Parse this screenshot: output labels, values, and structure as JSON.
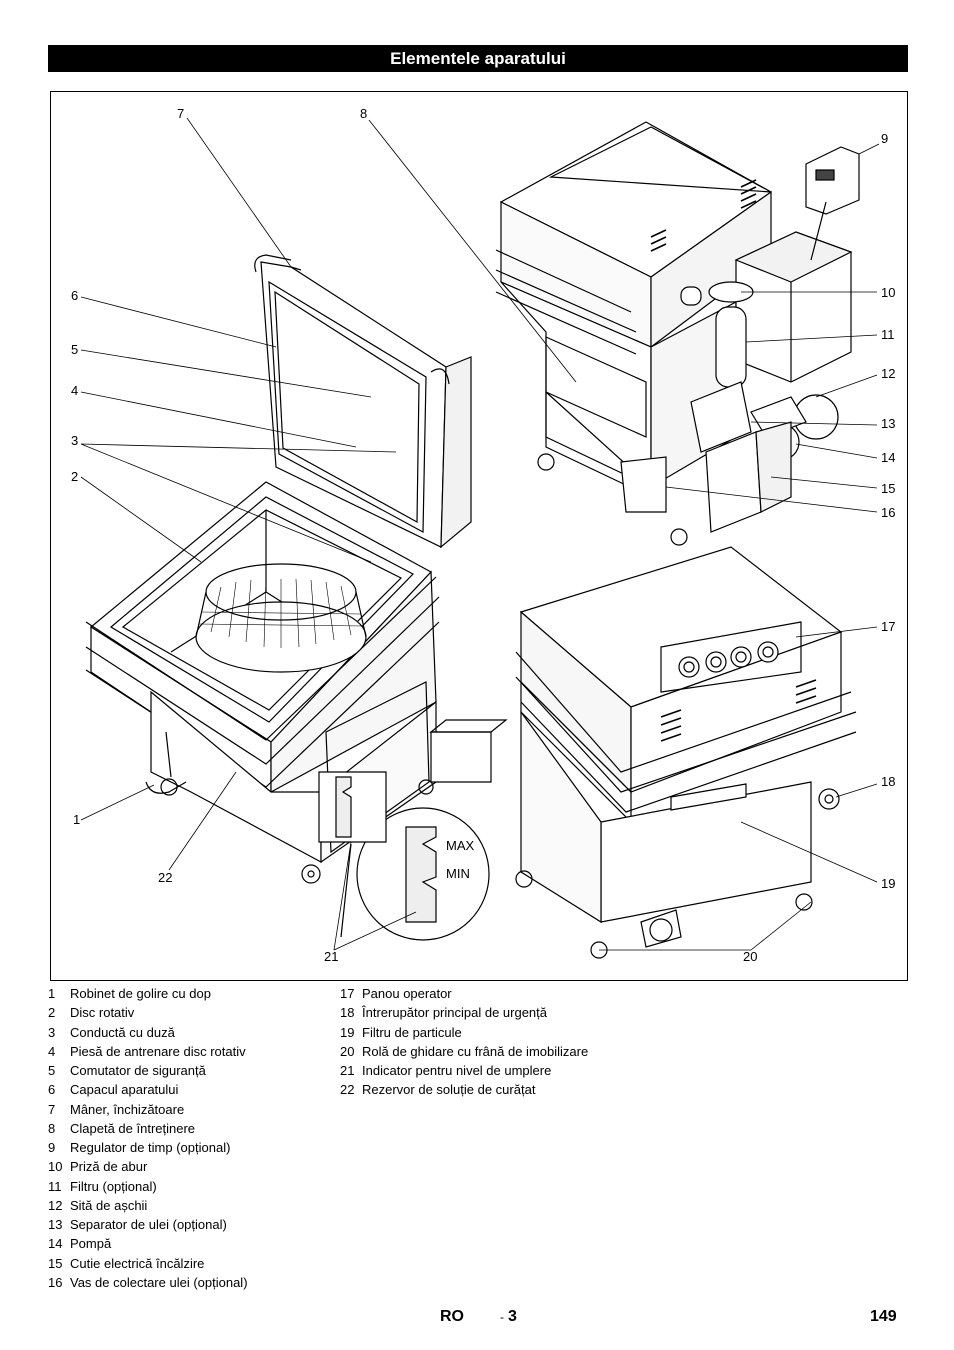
{
  "header": {
    "title": "Elementele aparatului"
  },
  "figure": {
    "callouts": [
      "1",
      "2",
      "3",
      "4",
      "5",
      "6",
      "7",
      "8",
      "9",
      "10",
      "11",
      "12",
      "13",
      "14",
      "15",
      "16",
      "17",
      "18",
      "19",
      "20",
      "21",
      "22"
    ],
    "level_labels": {
      "max": "MAX",
      "min": "MIN"
    }
  },
  "legend": {
    "left": [
      {
        "num": "1",
        "text": "Robinet de golire cu dop"
      },
      {
        "num": "2",
        "text": "Disc rotativ"
      },
      {
        "num": "3",
        "text": "Conductă cu duză"
      },
      {
        "num": "4",
        "text": "Piesă de antrenare disc rotativ"
      },
      {
        "num": "5",
        "text": "Comutator de siguranță"
      },
      {
        "num": "6",
        "text": "Capacul aparatului"
      },
      {
        "num": "7",
        "text": "Mâner, închizătoare"
      },
      {
        "num": "8",
        "text": "Clapetă de întreținere"
      },
      {
        "num": "9",
        "text": "Regulator de timp (opțional)"
      },
      {
        "num": "10",
        "text": "Priză de abur"
      },
      {
        "num": "11",
        "text": "Filtru (opțional)"
      },
      {
        "num": "12",
        "text": "Sită de așchii"
      },
      {
        "num": "13",
        "text": "Separator de ulei (opțional)"
      },
      {
        "num": "14",
        "text": "Pompă"
      },
      {
        "num": "15",
        "text": "Cutie electrică încălzire"
      },
      {
        "num": "16",
        "text": "Vas de colectare ulei (opțional)"
      }
    ],
    "right": [
      {
        "num": "17",
        "text": "Panou operator"
      },
      {
        "num": "18",
        "text": "Întrerupător principal de urgență"
      },
      {
        "num": "19",
        "text": "Filtru de particule"
      },
      {
        "num": "20",
        "text": "Rolă de ghidare cu frână de imobilizare"
      },
      {
        "num": "21",
        "text": "Indicator pentru nivel de umplere"
      },
      {
        "num": "22",
        "text": "Rezervor de soluție de curățat"
      }
    ]
  },
  "footer": {
    "lang": "RO",
    "dash": "-",
    "section": "3",
    "page": "149"
  }
}
